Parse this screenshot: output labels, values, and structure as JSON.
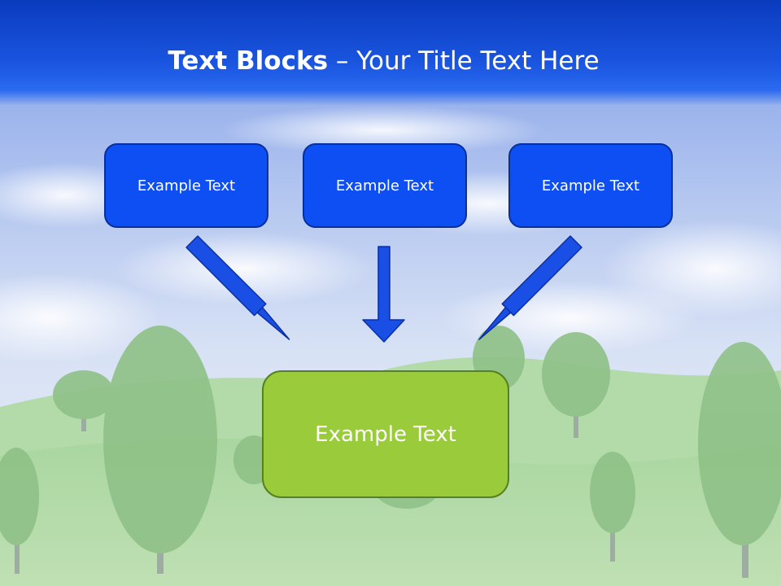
{
  "title": {
    "bold_part": "Text Blocks",
    "separator": " – ",
    "regular_part": "Your Title Text Here"
  },
  "blocks": {
    "top": [
      {
        "label": "Example Text"
      },
      {
        "label": "Example Text"
      },
      {
        "label": "Example Text"
      }
    ],
    "bottom": {
      "label": "Example Text"
    }
  },
  "colors": {
    "title_bar": "#1a55e0",
    "top_block_fill": "#0d4ff2",
    "top_block_border": "#08309c",
    "bottom_block_fill": "#9acb3a",
    "bottom_block_border": "#58801e",
    "arrow_fill": "#1a4fe6"
  }
}
